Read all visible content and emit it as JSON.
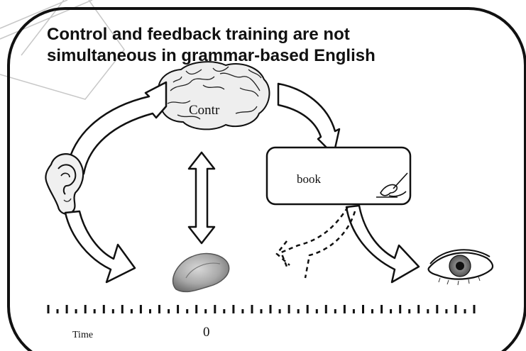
{
  "slide": {
    "title_line1": "Control and feedback training are not",
    "title_line2": "simultaneous in grammar-based English",
    "brain_label": "Contr",
    "card_word": "book",
    "timeline_start_label": "Time",
    "timeline_zero_label": "0"
  },
  "icons": [
    "ear-icon",
    "brain-icon",
    "mouth-icon",
    "eye-icon",
    "pen-hand-icon",
    "double-arrow-icon"
  ],
  "colors": {
    "frame": "#111111",
    "mouth": "#9a9a9a",
    "background": "#ffffff"
  }
}
